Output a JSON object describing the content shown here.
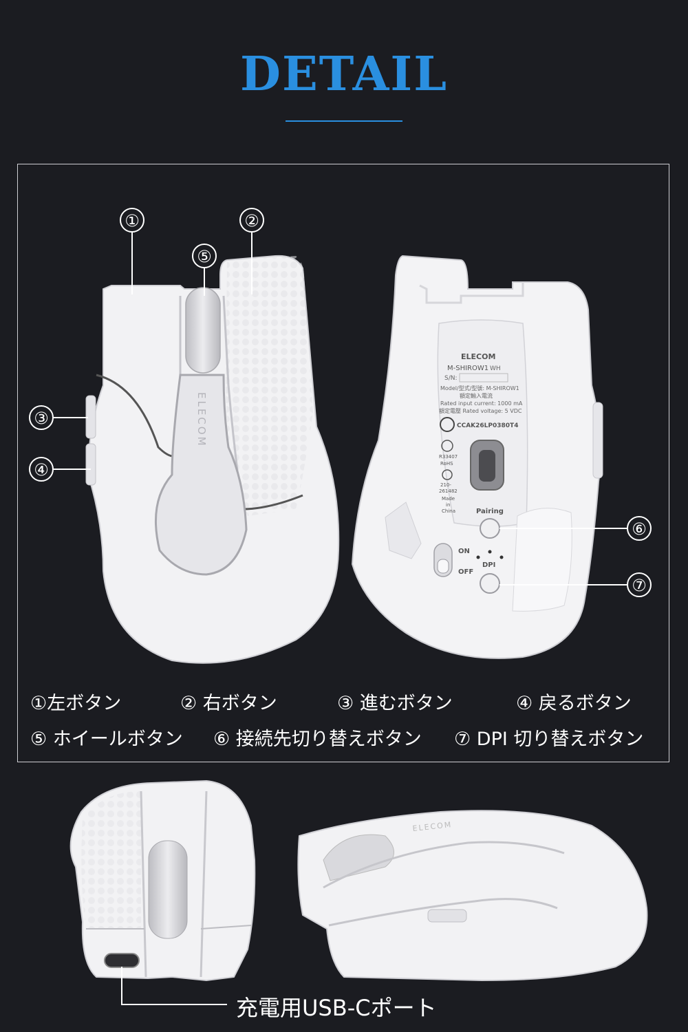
{
  "header": {
    "title": "DETAIL"
  },
  "callouts": {
    "c1": "①",
    "c2": "②",
    "c3": "③",
    "c4": "④",
    "c5": "⑤",
    "c6": "⑥",
    "c7": "⑦"
  },
  "legend": {
    "row1": [
      "①左ボタン",
      "② 右ボタン",
      "③ 進むボタン",
      "④ 戻るボタン"
    ],
    "row2": [
      "⑤ ホイールボタン",
      "⑥ 接続先切り替えボタン",
      "⑦ DPI 切り替えボタン"
    ]
  },
  "mouse_top": {
    "brand": "ELECOM"
  },
  "mouse_bottom": {
    "brand": "ELECOM",
    "model": "M-SHIROW1",
    "model_suffix": "WH",
    "serial_label": "S/N:",
    "spec_lines": [
      "Model/型式/型號: M-SHIROW1",
      "額定輸入電流",
      "Rated input current: 1000 mA",
      "額定電壓 Rated voltage: 5 VDC"
    ],
    "cert_code": "CCAK26LP0380T4",
    "cert_r": "R33407",
    "cert_rohs": "RoHS",
    "cert_num1": "210-",
    "cert_num2": "261482",
    "made_in": [
      "Made",
      "in",
      "China"
    ],
    "pairing_label": "Pairing",
    "on_label": "ON",
    "off_label": "OFF",
    "dpi_label": "DPI"
  },
  "bottom_section": {
    "port_caption": "充電用USB-Cポート"
  },
  "colors": {
    "accent": "#2a8fe0",
    "background": "#1b1c21",
    "mouse_white": "#f2f2f4"
  }
}
